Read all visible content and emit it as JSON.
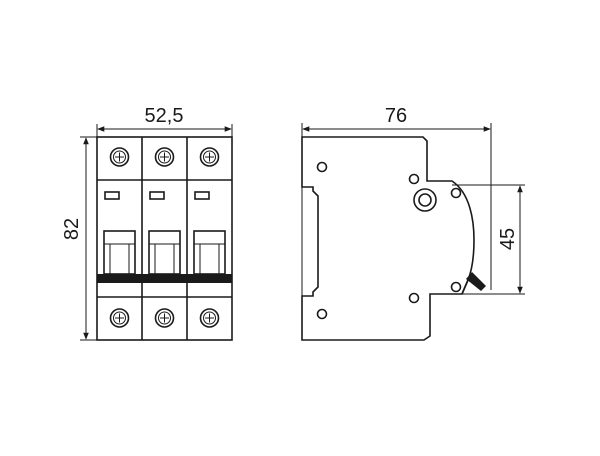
{
  "front_view": {
    "width_label": "52,5",
    "height_label": "82",
    "poles": 3
  },
  "side_view": {
    "depth_label": "76",
    "front_height_label": "45"
  },
  "colors": {
    "line": "#1a1a1a",
    "background": "#ffffff"
  }
}
